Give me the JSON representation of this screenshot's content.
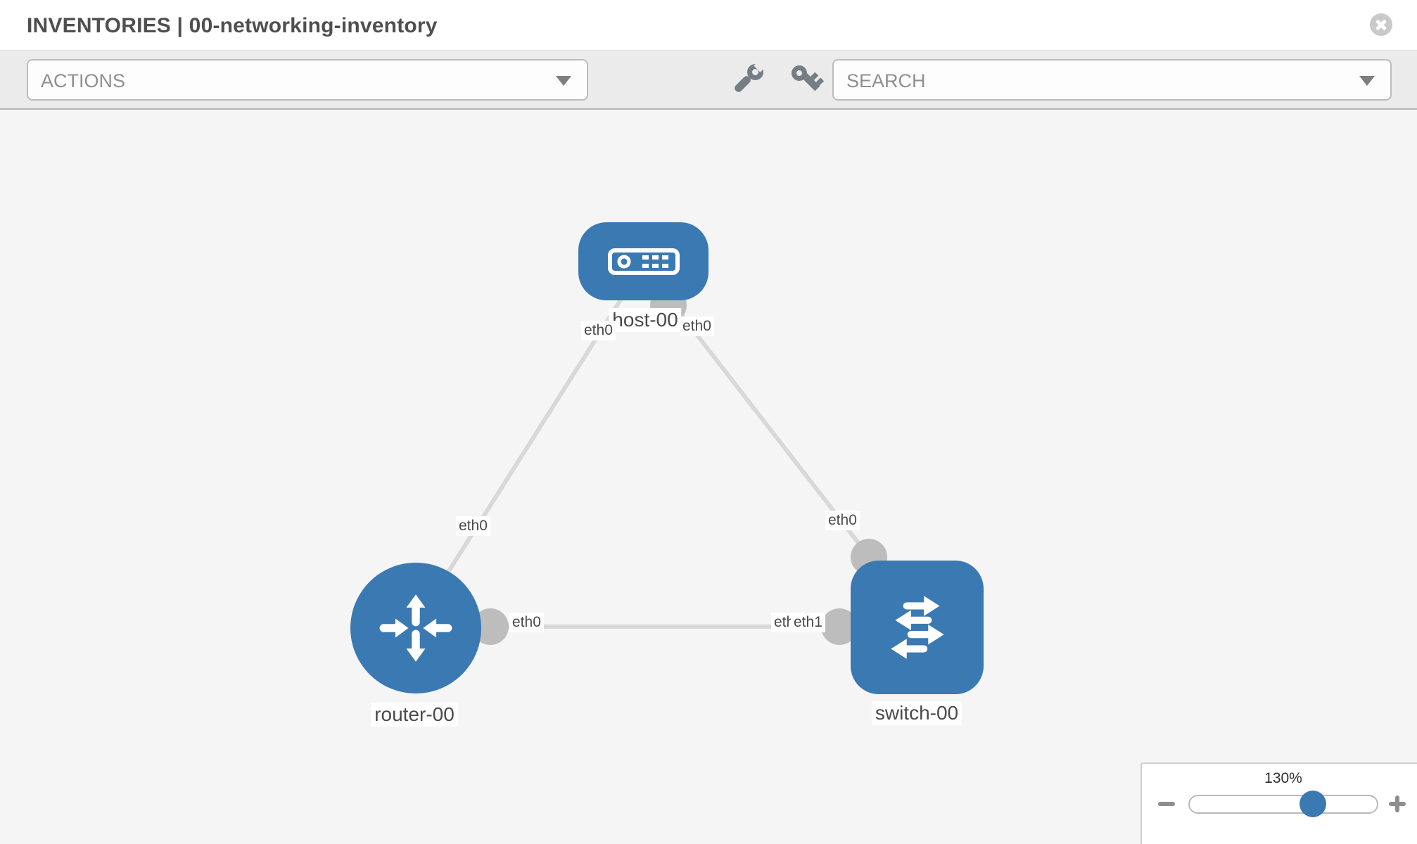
{
  "header": {
    "title": "INVENTORIES | 00-networking-inventory",
    "close_icon": "close-icon"
  },
  "toolbar": {
    "actions_label": "ACTIONS",
    "search_label": "SEARCH",
    "icons": [
      "wrench-icon",
      "key-icon",
      "caret-down-icon"
    ]
  },
  "topology": {
    "node_labels": {
      "host": "host-00",
      "router": "router-00",
      "switch": "switch-00"
    },
    "node_types": {
      "host": "host",
      "router": "router",
      "switch": "switch"
    },
    "iface": {
      "host_left": "eth0",
      "host_right": "eth0",
      "router_top": "eth0",
      "switch_top": "eth0",
      "router_right": "eth0",
      "switch_left_back": "eth0",
      "switch_left_front": "eth1"
    },
    "links": [
      {
        "source": "host-00",
        "source_interface": "eth0",
        "target": "router-00",
        "target_interface": "eth0"
      },
      {
        "source": "host-00",
        "source_interface": "eth0",
        "target": "switch-00",
        "target_interface": "eth0"
      },
      {
        "source": "router-00",
        "source_interface": "eth0",
        "target": "switch-00",
        "target_interface": "eth1"
      }
    ],
    "colors": {
      "node_blue": "#3b79b2",
      "link_gray": "#d8d8d8",
      "endpoint_dot_gray": "#bdbdbd",
      "canvas_bg": "#f5f5f5",
      "label_text": "#4a4a4a"
    }
  },
  "zoom_control": {
    "value": "130%",
    "minus_icon": "zoom-out-icon",
    "plus_icon": "zoom-in-icon"
  }
}
